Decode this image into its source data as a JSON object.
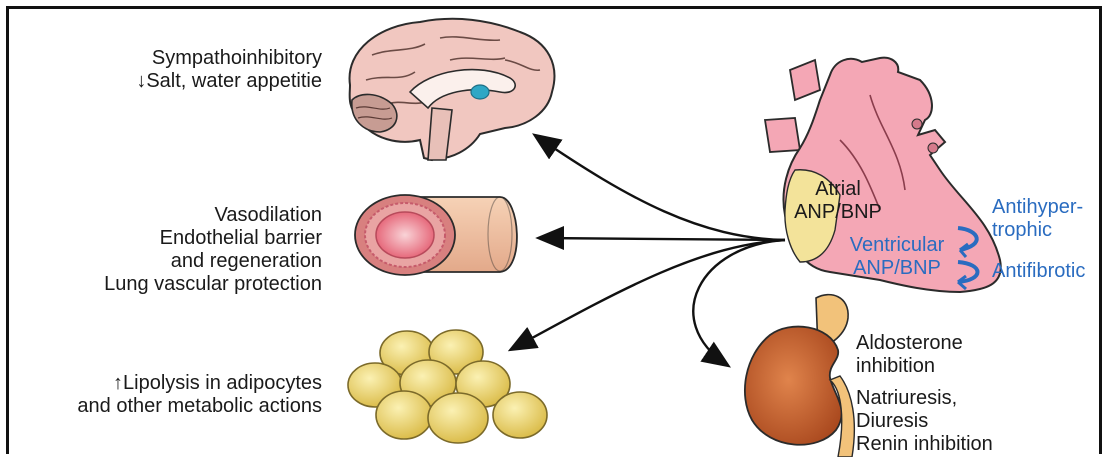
{
  "brain": {
    "line1": "Sympathoinhibitory",
    "arrow": "↓",
    "line2": "Salt, water appetitie"
  },
  "vessel": {
    "lines": [
      "Vasodilation",
      "Endothelial barrier",
      "and regeneration",
      "Lung vascular protection"
    ]
  },
  "fat": {
    "arrow": "↑",
    "line1": "Lipolysis in adipocytes",
    "line2": "and other metabolic actions"
  },
  "heart": {
    "atrial": [
      "Atrial",
      "ANP/BNP"
    ],
    "ventricular": [
      "Ventricular",
      "ANP/BNP"
    ],
    "effect1": [
      "Antihyper-",
      "trophic"
    ],
    "effect2": "Antifibrotic"
  },
  "kidney": {
    "lines": [
      "Aldosterone",
      "inhibition"
    ],
    "lines2": [
      "Natriuresis,",
      "Diuresis",
      "Renin inhibition"
    ]
  },
  "colors": {
    "heart": "#f4a7b5",
    "atrium": "#f3e39a",
    "blue_text": "#2a6cc0",
    "kidney": "#c9622e",
    "fat": "#ead36a",
    "brain": "#f1c7c0"
  }
}
